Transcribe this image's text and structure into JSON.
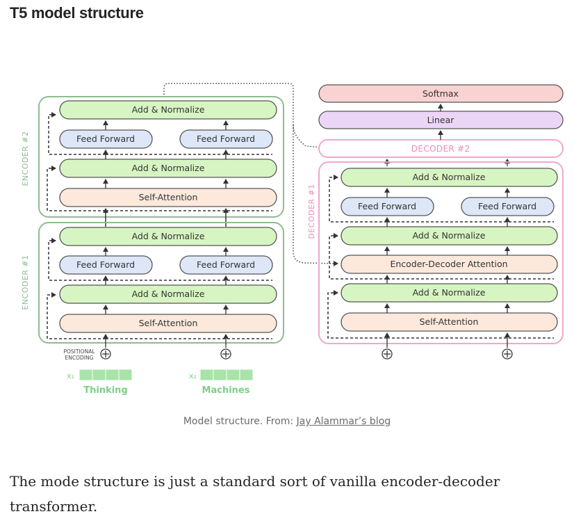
{
  "heading": "T5 model structure",
  "diagram": {
    "encoder1_label": "ENCODER #1",
    "encoder2_label": "ENCODER #2",
    "decoder1_label": "DECODER #1",
    "decoder2_label": "DECODER #2",
    "add_normalize": "Add & Normalize",
    "feed_forward": "Feed Forward",
    "self_attention": "Self-Attention",
    "enc_dec_attention": "Encoder-Decoder Attention",
    "linear": "Linear",
    "softmax": "Softmax",
    "positional_encoding_line1": "POSITIONAL",
    "positional_encoding_line2": "ENCODING",
    "x1_label": "x₁",
    "x2_label": "x₂",
    "word1": "Thinking",
    "word2": "Machines",
    "plus_symbol": "+"
  },
  "caption": {
    "prefix": "Model structure. From: ",
    "link_text": "Jay Alammar’s blog"
  },
  "paragraph": "The mode structure is just a standard sort of vanilla encoder-decoder transformer.",
  "colors": {
    "encoder_border": "#8fbc8f",
    "add_norm_fill": "#d7f5c2",
    "feed_forward_fill": "#dde7f8",
    "attention_fill": "#fce9dc",
    "decoder_border": "#f0a7cd",
    "linear_fill": "#ecd6f7",
    "softmax_fill": "#f9d2d2",
    "token_green": "#7ccf86"
  }
}
